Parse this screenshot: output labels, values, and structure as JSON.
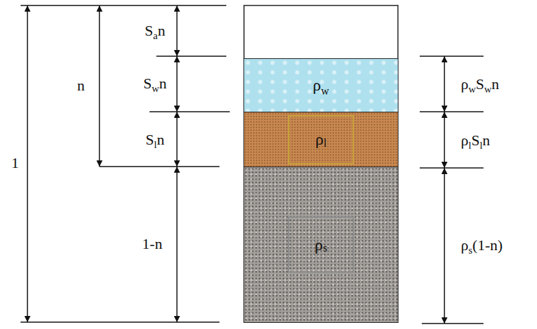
{
  "diagram": {
    "nodes": [
      {
        "text": [
          "ρw"
        ]
      },
      {
        "text": [
          "ρl"
        ]
      },
      {
        "text": [
          "ρs"
        ]
      }
    ],
    "labels": [
      "1",
      "n",
      "San",
      "Swn",
      "Sln",
      "1-n",
      "ρwSwn",
      "ρlSln",
      "ρs(1-n)"
    ]
  }
}
